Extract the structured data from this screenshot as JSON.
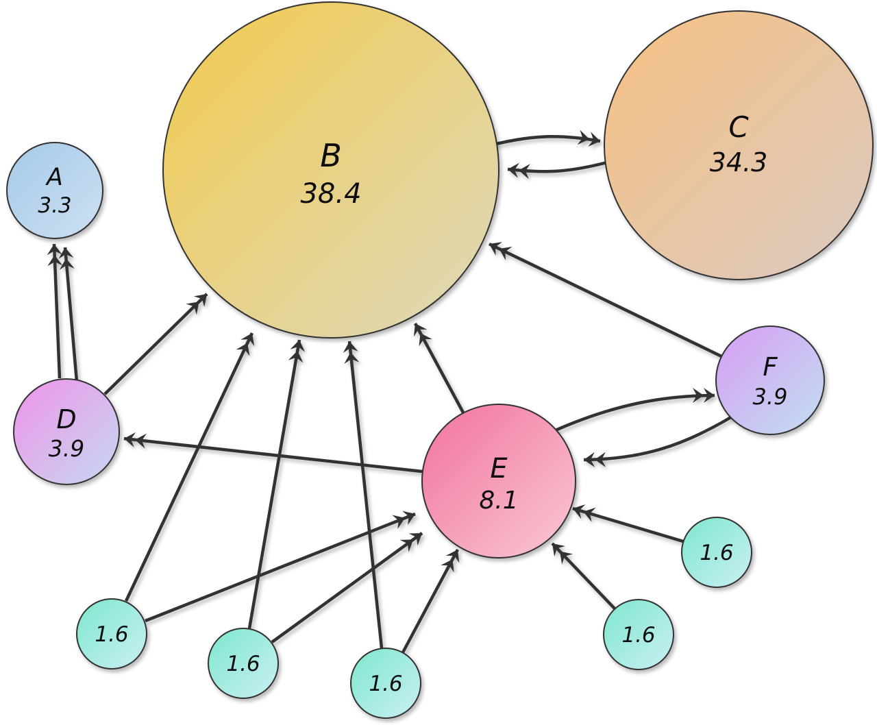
{
  "diagram": {
    "type": "directed-graph",
    "background": "#ffffff",
    "edge_color": "#333333",
    "node_outline_color": "#333333",
    "nodes": {
      "A": {
        "label": "A",
        "value": "3.3",
        "color_start": "#a6c9e8",
        "color_end": "#cde1f3"
      },
      "B": {
        "label": "B",
        "value": "38.4",
        "color_start": "#f2ca4e",
        "color_end": "#ded9bd"
      },
      "C": {
        "label": "C",
        "value": "34.3",
        "color_start": "#f6c182",
        "color_end": "#dbc9c1"
      },
      "D": {
        "label": "D",
        "value": "3.9",
        "color_start": "#ef93e8",
        "color_end": "#c5d9f1"
      },
      "E": {
        "label": "E",
        "value": "8.1",
        "color_start": "#f2729c",
        "color_end": "#f9c9d4"
      },
      "F": {
        "label": "F",
        "value": "3.9",
        "color_start": "#d79df4",
        "color_end": "#c1dff0"
      },
      "small1": {
        "label": "",
        "value": "1.6",
        "color_start": "#7de7cc",
        "color_end": "#cbeff6"
      },
      "small2": {
        "label": "",
        "value": "1.6",
        "color_start": "#7de7cc",
        "color_end": "#cbeff6"
      },
      "small3": {
        "label": "",
        "value": "1.6",
        "color_start": "#7de7cc",
        "color_end": "#cbeff6"
      },
      "small4": {
        "label": "",
        "value": "1.6",
        "color_start": "#7de7cc",
        "color_end": "#cbeff6"
      },
      "small5": {
        "label": "",
        "value": "1.6",
        "color_start": "#7de7cc",
        "color_end": "#cbeff6"
      }
    },
    "edges": [
      {
        "from": "B",
        "to": "C"
      },
      {
        "from": "C",
        "to": "B"
      },
      {
        "from": "D",
        "to": "A"
      },
      {
        "from": "D",
        "to": "B"
      },
      {
        "from": "E",
        "to": "B"
      },
      {
        "from": "E",
        "to": "D"
      },
      {
        "from": "E",
        "to": "F"
      },
      {
        "from": "F",
        "to": "B"
      },
      {
        "from": "F",
        "to": "E"
      },
      {
        "from": "small1",
        "to": "B"
      },
      {
        "from": "small1",
        "to": "E"
      },
      {
        "from": "small2",
        "to": "B"
      },
      {
        "from": "small2",
        "to": "E"
      },
      {
        "from": "small3",
        "to": "B"
      },
      {
        "from": "small3",
        "to": "E"
      },
      {
        "from": "small4",
        "to": "E"
      },
      {
        "from": "small5",
        "to": "E"
      }
    ]
  }
}
